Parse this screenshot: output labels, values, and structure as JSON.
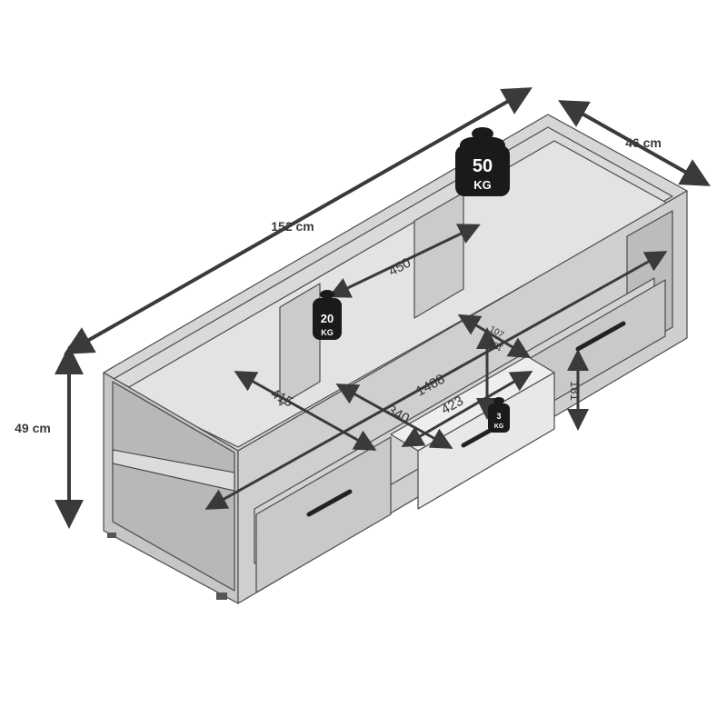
{
  "dimensions": {
    "width": "152 cm",
    "depth": "46 cm",
    "height": "49 cm"
  },
  "inner_measurements": {
    "a": "450",
    "b": "1488",
    "c": "415",
    "d": "340",
    "e": "423",
    "f": "181",
    "g": "107",
    "h": "106"
  },
  "weights": {
    "top": {
      "value": "50",
      "unit": "KG"
    },
    "shelf": {
      "value": "20",
      "unit": "KG"
    },
    "drawer": {
      "value": "3",
      "unit": "KG"
    }
  },
  "colors": {
    "wood": "#cfcfcf",
    "wood_dark": "#9b9b9b",
    "wood_light": "#e6e6e6",
    "line": "#3a3a3a",
    "weight": "#1a1a1a"
  }
}
